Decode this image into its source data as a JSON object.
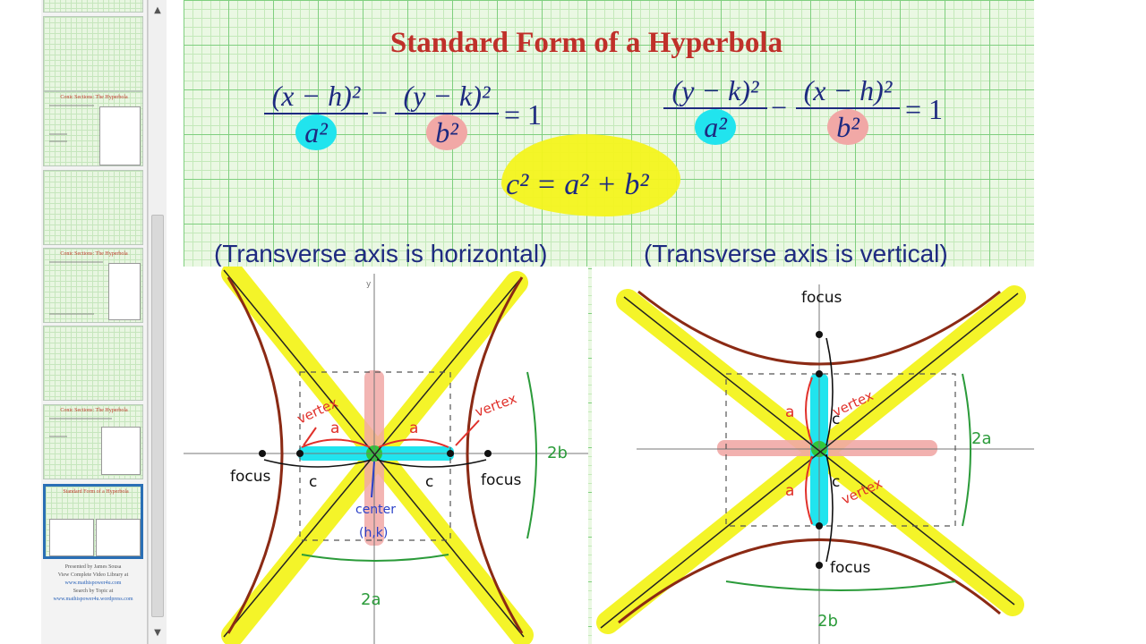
{
  "slide": {
    "title": "Standard Form of a Hyperbola",
    "formula_left": {
      "num1": "(x − h)²",
      "den1": "a²",
      "op": "−",
      "num2": "(y − k)²",
      "den2": "b²",
      "eq": "= 1"
    },
    "formula_right": {
      "num1": "(y − k)²",
      "den1": "a²",
      "op": "−",
      "num2": "(x − h)²",
      "den2": "b²",
      "eq": "= 1"
    },
    "c_formula": "c² = a² + b²",
    "caption_left": "(Transverse axis is horizontal)",
    "caption_right": "(Transverse axis is vertical)"
  },
  "graph_left": {
    "y_axis_label": "y",
    "annotations": {
      "vertex_left": "vertex",
      "vertex_right": "vertex",
      "a_left": "a",
      "a_right": "a",
      "focus_left": "focus",
      "focus_right": "focus",
      "c_left": "c",
      "c_right": "c",
      "center": "center",
      "center_coords": "(h,k)",
      "two_a": "2a",
      "two_b": "2b"
    }
  },
  "graph_right": {
    "annotations": {
      "focus_top": "focus",
      "focus_bottom": "focus",
      "vertex_top": "vertex",
      "vertex_bottom": "vertex",
      "a_top": "a",
      "a_bottom": "a",
      "c_top": "c",
      "c_bottom": "c",
      "two_a": "2a",
      "two_b": "2b"
    }
  },
  "thumbnails": [
    {
      "title": ""
    },
    {
      "title": "Conic Sections: The Hyperbola"
    },
    {
      "title": ""
    },
    {
      "title": "Conic Sections: The Hyperbola"
    },
    {
      "title": ""
    },
    {
      "title": "Conic Sections: The Hyperbola"
    },
    {
      "title": "Standard Form of a Hyperbola"
    }
  ],
  "footer": {
    "line1": "Presented by James Sousa",
    "line2": "View Complete Video Library at",
    "link1": "www.mathispower4u.com",
    "line3": "Search by Topic at",
    "link2": "www.mathispower4u.wordpress.com"
  },
  "colors": {
    "title": "#c0302a",
    "ink": "#1e2a80",
    "highlight_yellow": "#f4f41e",
    "highlight_cyan": "#21e4ee",
    "highlight_pink": "#f1a8a6",
    "curve": "#8b2a14",
    "annotation_red": "#e0302a",
    "annotation_green": "#2b9b3a"
  }
}
